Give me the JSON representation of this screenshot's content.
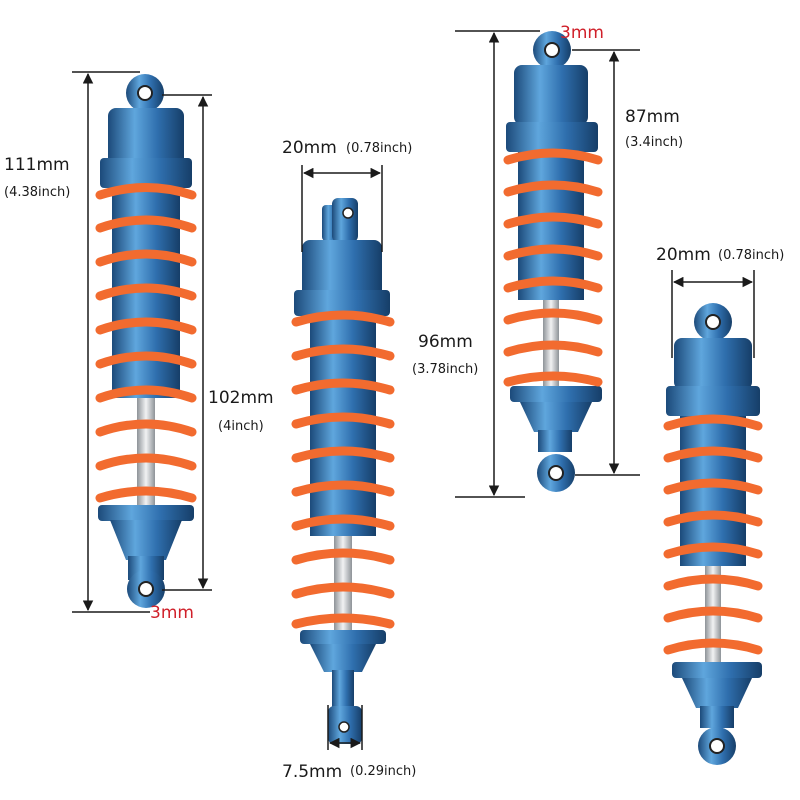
{
  "colors": {
    "body_blue": "#2f6fae",
    "body_highlight": "#5fa6dd",
    "body_shadow": "#1c4a7a",
    "spring": "#f26b2f",
    "shaft": "#c9ccd0",
    "dimension_line": "#1a1a1a",
    "small_note": "#d0202a"
  },
  "shock1": {
    "total_length": "111mm",
    "total_length_in": "(4.38inch)",
    "spring_length": "102mm",
    "spring_length_in": "(4inch)",
    "eyelet": "3mm"
  },
  "shock2": {
    "width": "20mm",
    "width_in": "(0.78inch)",
    "end_width": "7.5mm",
    "end_width_in": "(0.29inch)"
  },
  "shock3": {
    "eyelet": "3mm",
    "upper_length": "87mm",
    "upper_length_in": "(3.4inch)",
    "total_length": "96mm",
    "total_length_in": "(3.78inch)"
  },
  "shock4": {
    "width": "20mm",
    "width_in": "(0.78inch)"
  }
}
